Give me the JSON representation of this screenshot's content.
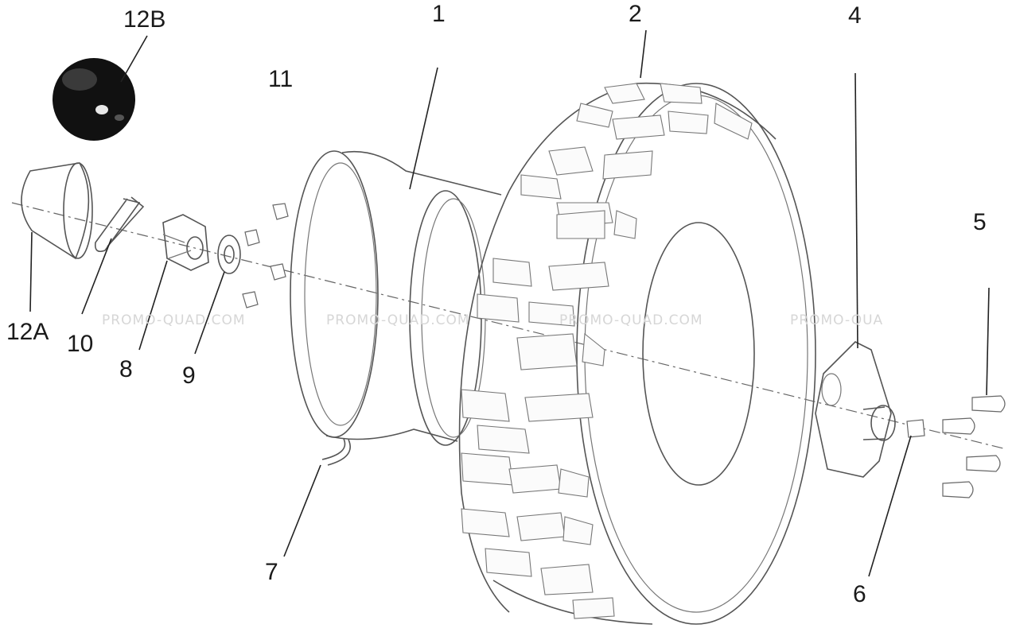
{
  "diagram": {
    "callouts": [
      {
        "id": "1",
        "label": "1"
      },
      {
        "id": "2",
        "label": "2"
      },
      {
        "id": "4",
        "label": "4"
      },
      {
        "id": "5",
        "label": "5"
      },
      {
        "id": "6",
        "label": "6"
      },
      {
        "id": "7",
        "label": "7"
      },
      {
        "id": "8",
        "label": "8"
      },
      {
        "id": "9",
        "label": "9"
      },
      {
        "id": "10",
        "label": "10"
      },
      {
        "id": "11",
        "label": "11"
      },
      {
        "id": "12A",
        "label": "12A"
      },
      {
        "id": "12B",
        "label": "12B"
      }
    ],
    "watermark": "PROMO-QUAD.COM",
    "watermark_partial": "PROMO-QUA"
  }
}
